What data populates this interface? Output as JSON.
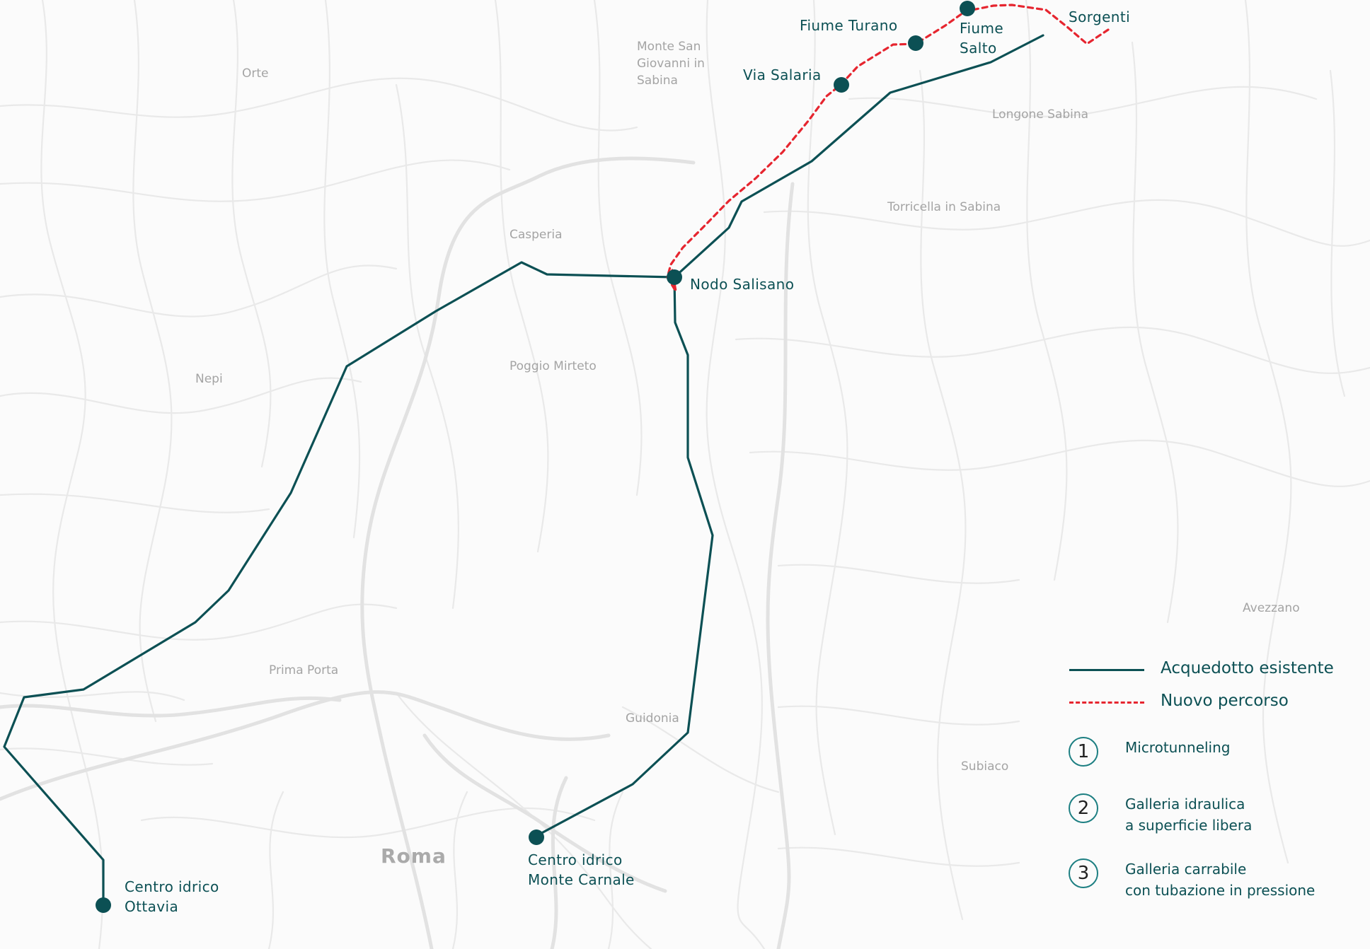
{
  "colors": {
    "aqueduct": "#0c5054",
    "new_route": "#e6252f",
    "road": "#e9e9e9",
    "road_major": "#e4e4e4",
    "place_text": "#a4a4a4"
  },
  "places": {
    "orte": "Orte",
    "monte_san_giovanni": [
      "Monte San",
      "Giovanni in",
      "Sabina"
    ],
    "longone_sabina": "Longone Sabina",
    "torricella": "Torricella in Sabina",
    "casperia": "Casperia",
    "poggio_mirteto": "Poggio Mirteto",
    "nepi": "Nepi",
    "prima_porta": "Prima Porta",
    "guidonia": "Guidonia",
    "subiaco": "Subiaco",
    "avezzano": "Avezzano",
    "roma": "Roma"
  },
  "nodes": {
    "sorgenti": "Sorgenti",
    "fiume_salto": [
      "Fiume",
      "Salto"
    ],
    "fiume_turano": "Fiume Turano",
    "via_salaria": "Via Salaria",
    "nodo_salisano": "Nodo Salisano",
    "ottavia": [
      "Centro idrico",
      "Ottavia"
    ],
    "monte_carnale": [
      "Centro idrico",
      "Monte Carnale"
    ]
  },
  "legend": {
    "existing": "Acquedotto esistente",
    "new_route": "Nuovo percorso",
    "items": [
      {
        "number": "1",
        "text": [
          "Microtunneling"
        ]
      },
      {
        "number": "2",
        "text": [
          "Galleria idraulica",
          "a superficie libera"
        ]
      },
      {
        "number": "3",
        "text": [
          "Galleria carrabile",
          "con tubazione in pressione"
        ]
      }
    ]
  }
}
